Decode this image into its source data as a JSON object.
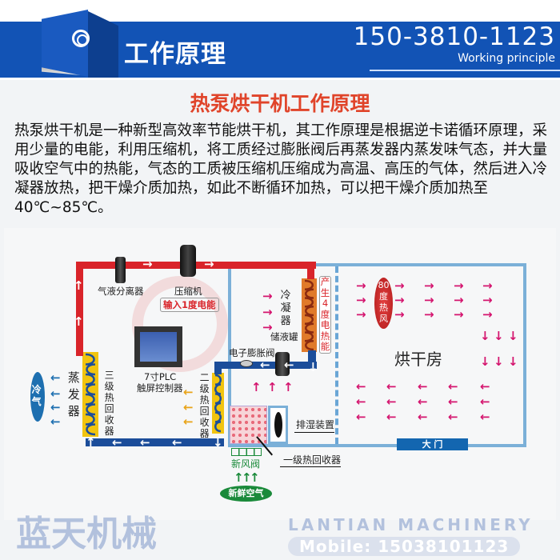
{
  "header": {
    "title": "工作原理",
    "phone": "150-3810-1123",
    "subtitle": "Working principle",
    "icon": "target-ring-icon",
    "color": "#1253b5"
  },
  "heading": "热泵烘干机工作原理",
  "paragraph": "热泵烘干机是一种新型高效率节能烘干机，其工作原理是根据逆卡诺循环原理，采用少量的电能，利用压缩机，将工质经过膨胀阀后再蒸发器内蒸发味气态，并大量吸收空气中的热能，气态的工质被压缩机压缩成为高温、高压的气体，然后进入冷凝器放热，把干燥介质加热，如此不断循环加热，可以把干燥介质加热至40℃~85℃。",
  "diagram": {
    "separator": "气液分离器",
    "compressor": "压缩机",
    "energy_in": "输入1度电能",
    "plc_1": "7寸PLC",
    "plc_2": "触屏控制器",
    "evaporator": "蒸发器",
    "cold_air": "冷气",
    "recovery3": "三级热回收器",
    "recovery2": "二级热回收器",
    "recovery1": "一级热回收器",
    "condenser": "冷凝器",
    "heat_out": "产生4度电热能",
    "tank": "储液罐",
    "valve": "电子膨胀阀",
    "dehumid": "排湿装置",
    "fresh_valve": "新风阀",
    "fresh_air": "新鲜空气",
    "hot_air": "80度热风",
    "room": "烘干房",
    "door": "大 门",
    "watermark": {
      "brand": "蓝天机械",
      "brand_en": "LANTIAN MACHINERY",
      "mobile": "Mobile: 15038101123"
    },
    "colors": {
      "hot_pipe": "#d9242a",
      "cold_pipe": "#1b4d9a",
      "room": "#7bb0d8",
      "airflow": "#d4146e",
      "fresh": "#1a8a3a"
    }
  }
}
